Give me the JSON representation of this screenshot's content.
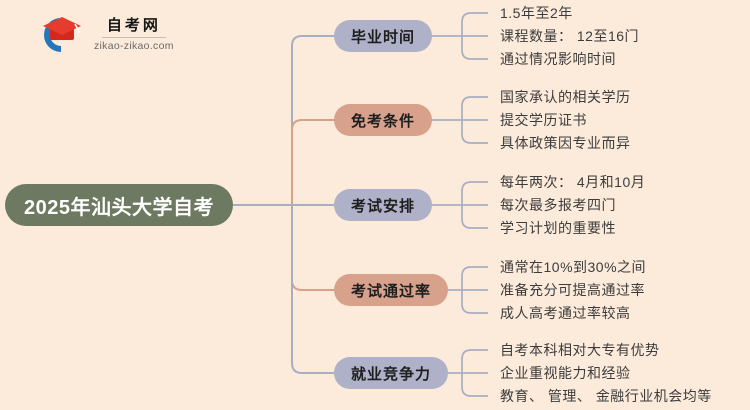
{
  "logo": {
    "site_name": "自考网",
    "domain": "zikao-zikao.com"
  },
  "root": {
    "label": "2025年汕头大学自考"
  },
  "branches": [
    {
      "label": "毕业时间",
      "children": [
        "1.5年至2年",
        "课程数量： 12至16门",
        "通过情况影响时间"
      ]
    },
    {
      "label": "免考条件",
      "children": [
        "国家承认的相关学历",
        "提交学历证书",
        "具体政策因专业而异"
      ]
    },
    {
      "label": "考试安排",
      "children": [
        "每年两次： 4月和10月",
        "每次最多报考四门",
        "学习计划的重要性"
      ]
    },
    {
      "label": "考试通过率",
      "children": [
        "通常在10%到30%之间",
        "准备充分可提高通过率",
        "成人高考通过率较高"
      ]
    },
    {
      "label": "就业竞争力",
      "children": [
        "自考本科相对大专有优势",
        "企业重视能力和经验",
        "教育、 管理、 金融行业机会均等"
      ]
    }
  ],
  "colors": {
    "background": "#fcebdb",
    "root_node": "#6d7960",
    "branch_lavender": "#aeb1c8",
    "branch_salmon": "#d7a18b",
    "connector_gray": "#a8aec2",
    "connector_salmon": "#d7a18b",
    "leaf_text": "#3c3c3c",
    "logo_red": "#e63c30",
    "logo_blue": "#2477bd"
  }
}
